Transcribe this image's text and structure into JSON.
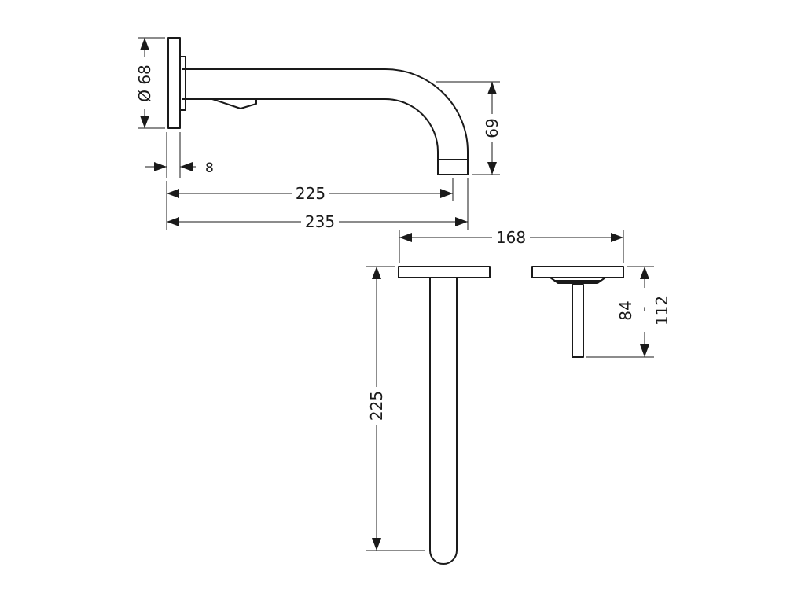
{
  "dimensions": {
    "flange_diameter": "Ø 68",
    "flange_thickness": "8",
    "spout_projection": "225",
    "overall_projection": "235",
    "spout_drop": "69",
    "handle_spacing": "168",
    "spout_rough_in_length": "225",
    "handle_depth_min": "84",
    "handle_depth_separator": "-",
    "handle_depth_max": "112"
  }
}
